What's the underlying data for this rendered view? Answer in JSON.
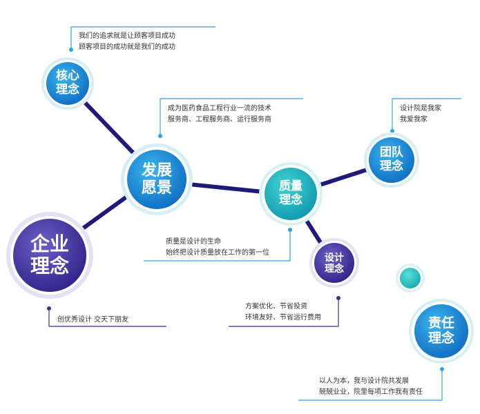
{
  "nodes": [
    {
      "id": "enterprise",
      "lines": [
        "企业",
        "理念"
      ]
    },
    {
      "id": "core",
      "lines": [
        "核心",
        "理念"
      ]
    },
    {
      "id": "vision",
      "lines": [
        "发展",
        "愿景"
      ]
    },
    {
      "id": "quality",
      "lines": [
        "质量",
        "理念"
      ]
    },
    {
      "id": "team",
      "lines": [
        "团队",
        "理念"
      ]
    },
    {
      "id": "design",
      "lines": [
        "设计",
        "理念"
      ]
    },
    {
      "id": "responsibility",
      "lines": [
        "责任",
        "理念"
      ]
    }
  ],
  "callouts": {
    "core": [
      "我们的追求就是让顾客项目成功",
      "顾客项目的成功就是我们的成功"
    ],
    "vision": [
      "成为医药食品工程行业一流的技术",
      "服务商、工程服务商、运行服务商"
    ],
    "team": [
      "设计院是我家",
      "我爱我家"
    ],
    "quality": [
      "质量是设计的生命",
      "始终把设计质量放在工作的第一位"
    ],
    "enterprise": [
      "创优秀设计 交天下朋友"
    ],
    "design": [
      "方案优化、节省投资",
      "环境友好、节省运行费用"
    ],
    "responsibility": [
      "以人为本，我与设计院共发展",
      "兢兢业业，院里每项工作我有责任"
    ]
  },
  "colors": {
    "connector": "#1f1a7a",
    "blue_outer": "#2aa4e4",
    "blue_inner": "#1476c9",
    "purple_outer": "#6a5fc0",
    "purple_inner": "#3a2f98",
    "teal_outer": "#35c7c8",
    "teal_inner": "#14a0b6",
    "halo": "#d9eef9",
    "callout_line": "#2aa4e4",
    "callout_line_purple": "#3a2f98"
  }
}
